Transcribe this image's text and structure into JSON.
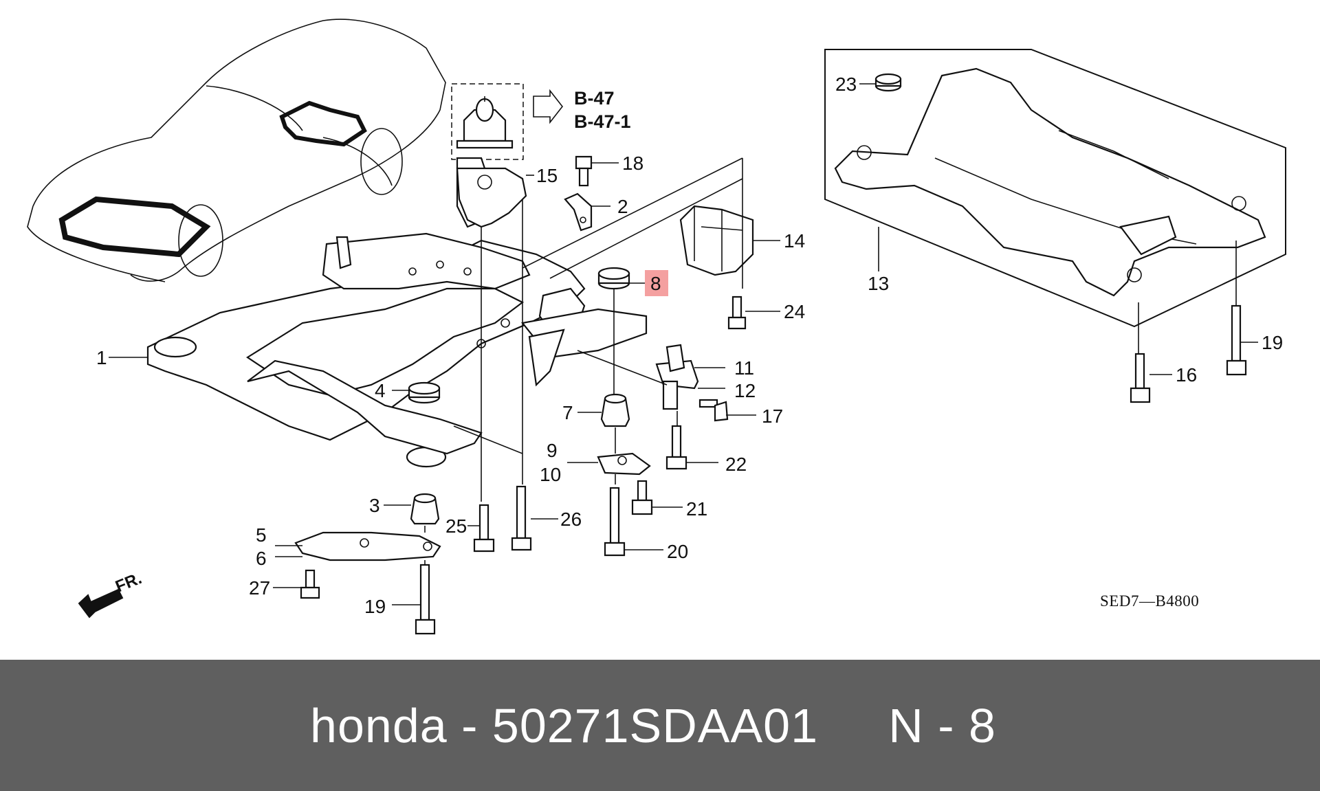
{
  "callouts": {
    "c1": "1",
    "c2": "2",
    "c3": "3",
    "c4": "4",
    "c5": "5",
    "c6": "6",
    "c7": "7",
    "c8": "8",
    "c9": "9",
    "c10": "10",
    "c11": "11",
    "c12": "12",
    "c13": "13",
    "c14": "14",
    "c15": "15",
    "c16": "16",
    "c17": "17",
    "c18": "18",
    "c19a": "19",
    "c19b": "19",
    "c20": "20",
    "c21": "21",
    "c22": "22",
    "c23": "23",
    "c24": "24",
    "c25": "25",
    "c26": "26",
    "c27": "27"
  },
  "refs": {
    "ref1": "B-47",
    "ref2": "B-47-1"
  },
  "direction_label": "FR.",
  "diagram_code": "SED7—B4800",
  "highlight_color": "#f4a0a0",
  "footer": {
    "caption": "honda - 50271SDAA01     N - 8",
    "background": "#5f5f5f"
  }
}
